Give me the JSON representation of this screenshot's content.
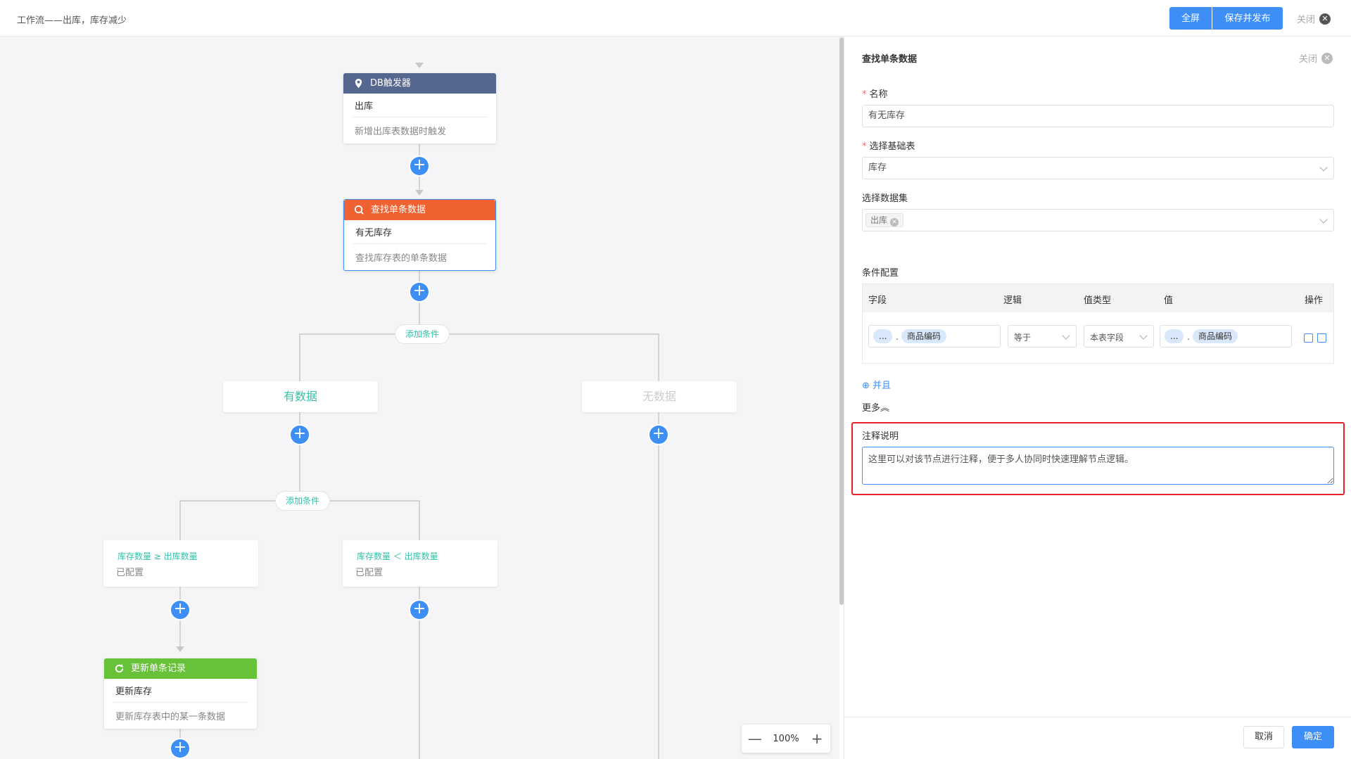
{
  "header": {
    "title": "工作流——出库，库存减少",
    "fullscreen_label": "全屏",
    "publish_label": "保存并发布",
    "close_label": "关闭"
  },
  "flow": {
    "trigger": {
      "title": "DB触发器",
      "subtitle": "出库",
      "desc": "新增出库表数据时触发",
      "color": "#56678f"
    },
    "find": {
      "title": "查找单条数据",
      "subtitle": "有无库存",
      "desc": "查找库存表的单条数据",
      "color": "#f06131"
    },
    "add_condition_1": "添加条件",
    "branch_has": "有数据",
    "branch_none": "无数据",
    "add_condition_2": "添加条件",
    "cond_a": {
      "expr": "库存数量 ≥ 出库数量",
      "status": "已配置"
    },
    "cond_b": {
      "expr": "库存数量 ＜ 出库数量",
      "status": "已配置"
    },
    "update": {
      "title": "更新单条记录",
      "subtitle": "更新库存",
      "desc": "更新库存表中的某一条数据",
      "color": "#67c23a"
    },
    "plus_symbol": "+"
  },
  "zoom": {
    "level": "100%",
    "minus": "—",
    "plus": "+"
  },
  "panel": {
    "title": "查找单条数据",
    "close_label": "关闭",
    "name_label": "名称",
    "name_value": "有无库存",
    "table_label": "选择基础表",
    "table_value": "库存",
    "dataset_label": "选择数据集",
    "dataset_tag": "出库",
    "condition_label": "条件配置",
    "columns": {
      "field": "字段",
      "logic": "逻辑",
      "value_type": "值类型",
      "value": "值",
      "ops": "操作"
    },
    "row": {
      "field_prefix": "...",
      "field_dot": ".",
      "field_name": "商品编码",
      "logic": "等于",
      "value_type": "本表字段",
      "value_prefix": "...",
      "value_dot": ".",
      "value_name": "商品编码"
    },
    "and_label": "⊕ 并且",
    "more_label": "更多︽",
    "note_label": "注释说明",
    "note_value": "这里可以对该节点进行注释，便于多人协同时快速理解节点逻辑。",
    "cancel_label": "取消",
    "ok_label": "确定"
  }
}
